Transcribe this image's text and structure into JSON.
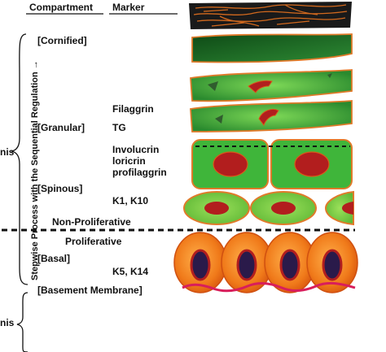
{
  "header": {
    "compartment": "Compartment",
    "marker": "Marker"
  },
  "side_labels": {
    "top_partial": "nis",
    "bottom_partial": "nis"
  },
  "process_label": "Stepwise Process with the Sequential Regulation →",
  "compartments": {
    "cornified": "[Cornified]",
    "granular": "[Granular]",
    "spinous": "[Spinous]",
    "basal": "[Basal]",
    "basement": "[Basement Membrane]"
  },
  "markers": {
    "filaggrin": "Filaggrin",
    "tg": "TG",
    "involucrin": "Involucrin",
    "loricrin": "loricrin",
    "profilaggrin": "profilaggrin",
    "k1_k10": "K1, K10",
    "k5_k14": "K5, K14"
  },
  "divider": {
    "non_proliferative": "Non-Proliferative",
    "proliferative": "Proliferative"
  },
  "colors": {
    "cornified_dark": "#1a1a1a",
    "cornified_fiber": "#d2691e",
    "granular_green": "#2e9e3a",
    "cell_outline": "#e07a2a",
    "nucleus_red": "#b21e1e",
    "spinous_fill": "#8fd150",
    "basal_orange": "#f07a1a",
    "basal_nucleus": "#2a1a4a",
    "membrane": "#d81e5b"
  }
}
